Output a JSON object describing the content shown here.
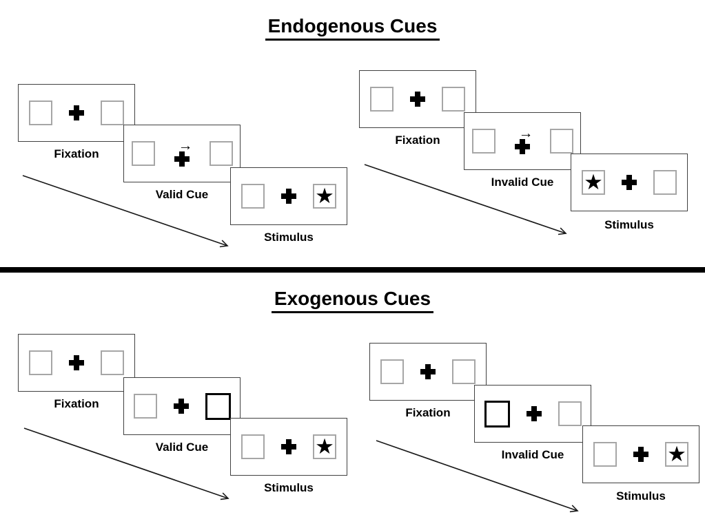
{
  "diagram": {
    "sections": [
      {
        "title": "Endogenous Cues",
        "groups": [
          {
            "name": "valid",
            "panels": [
              {
                "label": "Fixation"
              },
              {
                "label": "Valid Cue"
              },
              {
                "label": "Stimulus"
              }
            ]
          },
          {
            "name": "invalid",
            "panels": [
              {
                "label": "Fixation"
              },
              {
                "label": "Invalid Cue"
              },
              {
                "label": "Stimulus"
              }
            ]
          }
        ]
      },
      {
        "title": "Exogenous Cues",
        "groups": [
          {
            "name": "valid",
            "panels": [
              {
                "label": "Fixation"
              },
              {
                "label": "Valid Cue"
              },
              {
                "label": "Stimulus"
              }
            ]
          },
          {
            "name": "invalid",
            "panels": [
              {
                "label": "Fixation"
              },
              {
                "label": "Invalid Cue"
              },
              {
                "label": "Stimulus"
              }
            ]
          }
        ]
      }
    ]
  },
  "glyphs": {
    "star": "★",
    "cue_arrow": "→"
  },
  "colors": {
    "background": "#ffffff",
    "ink": "#000000",
    "panel_border": "#3f3f3f",
    "box_border": "#a6a6a6",
    "bold_box_border": "#000000"
  }
}
